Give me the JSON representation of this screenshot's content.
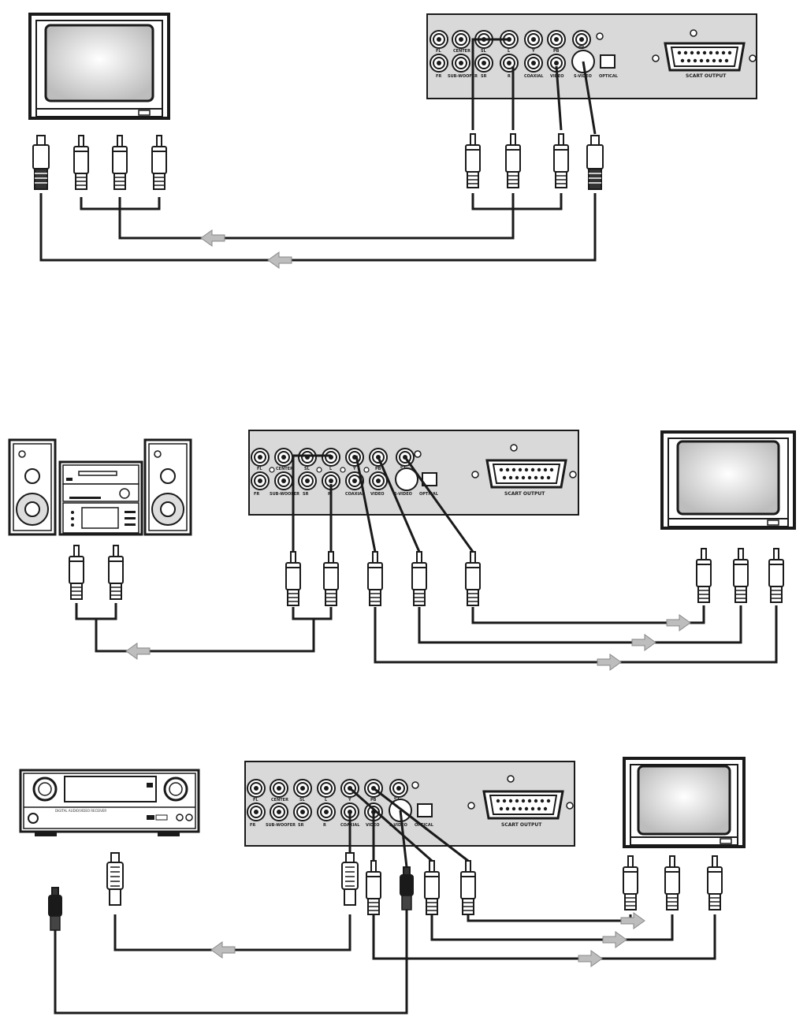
{
  "colors": {
    "ink": "#1a1a1a",
    "panel": "#d9d9d9",
    "arrow": "#bdbdbd",
    "screen": "#f2f2f2"
  },
  "panel_labels": {
    "top_row": [
      "FL",
      "CENTER",
      "SL",
      "L",
      "Y",
      "PB",
      "PY"
    ],
    "bottom_row": [
      "FR",
      "SUB-WOOFER",
      "SR",
      "R",
      "COAXIAL",
      "VIDEO",
      "S-VIDEO",
      "OPTICAL"
    ],
    "scart": "SCART OUTPUT"
  },
  "receiver_panel": {
    "model_text": "DIGITAL AUDIO/VIDEO RECEIVER"
  },
  "icons": [
    "tv-icon",
    "player-back-panel-icon",
    "rca-plug-icon",
    "s-video-plug-icon",
    "optical-plug-icon",
    "mini-hifi-icon",
    "speaker-icon",
    "av-receiver-icon",
    "signal-arrow-icon"
  ]
}
